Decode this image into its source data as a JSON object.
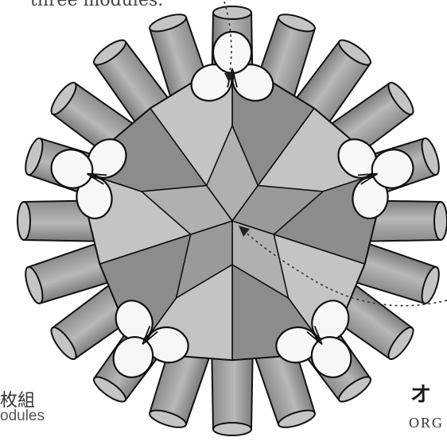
{
  "captions": {
    "top": "three modules.",
    "bottom_left_jp": "枚組",
    "bottom_left_en": "odules",
    "bottom_right_jp": "オ",
    "bottom_right_en": "ORG"
  },
  "colors": {
    "paper_dark": "#8c8c8c",
    "paper_mid": "#a6a6a6",
    "paper_light": "#c4c4c4",
    "flap_white": "#f7f7f7",
    "outline": "#111111"
  }
}
